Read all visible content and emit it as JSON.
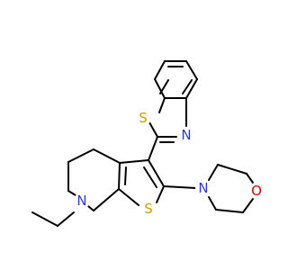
{
  "diagram": {
    "type": "molecule-structure",
    "colors": {
      "background": "#ffffff",
      "bond": "#000000",
      "S": "#c8a000",
      "N": "#2b3bd8",
      "O": "#e00000"
    },
    "atoms": [
      {
        "id": "S_bzt",
        "symbol": "S"
      },
      {
        "id": "N_bzt",
        "symbol": "N"
      },
      {
        "id": "S_thio",
        "symbol": "S"
      },
      {
        "id": "N_morph",
        "symbol": "N"
      },
      {
        "id": "O_morph",
        "symbol": "O"
      },
      {
        "id": "N_ring",
        "symbol": "N"
      }
    ]
  }
}
